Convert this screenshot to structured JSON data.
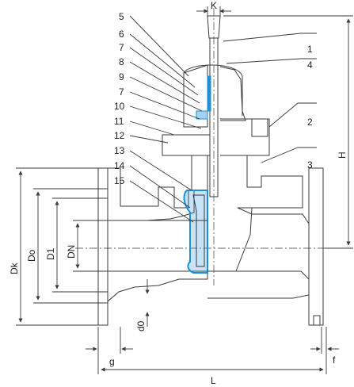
{
  "colors": {
    "line": "#3a3a3a",
    "hatch": "#d2892e",
    "seal": "#1f8fd8",
    "background": "#ffffff"
  },
  "part_numbers": [
    "5",
    "6",
    "7",
    "8",
    "9",
    "7",
    "10",
    "11",
    "12",
    "13",
    "14",
    "15",
    "1",
    "4",
    "2",
    "3"
  ],
  "dimensions": {
    "k": "K",
    "h": "H",
    "dk": "Dk",
    "do": "Do",
    "d1": "D1",
    "dn": "DN",
    "d0": "d0",
    "g": "g",
    "l": "L",
    "f": "f"
  }
}
